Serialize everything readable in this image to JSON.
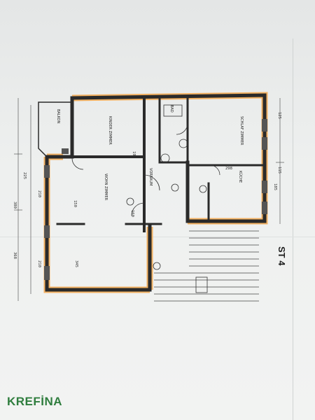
{
  "brand": {
    "name": "KREFİNA",
    "color": "#2f7d3e"
  },
  "plan": {
    "sheet_label": "ST 4",
    "highlight_color": "#f3a64a",
    "wall_color": "#2a2a2a",
    "rooms": [
      {
        "id": "balkon",
        "text": "BALKON"
      },
      {
        "id": "kinderzimmer",
        "text": "KINDER\nZIMMER"
      },
      {
        "id": "schlafzimmer",
        "text": "SCHLAF\nZIMMER"
      },
      {
        "id": "wohnzimmer",
        "text": "WOHN\nZIMMER"
      },
      {
        "id": "kueche",
        "text": "KÜCHE"
      },
      {
        "id": "bad",
        "text": "BAD"
      },
      {
        "id": "vorraum",
        "text": "VORRAUM"
      }
    ],
    "dimensions": [
      "380",
      "368",
      "210",
      "225",
      "345",
      "298",
      "125",
      "115",
      "185",
      "160",
      "190",
      "150"
    ]
  }
}
